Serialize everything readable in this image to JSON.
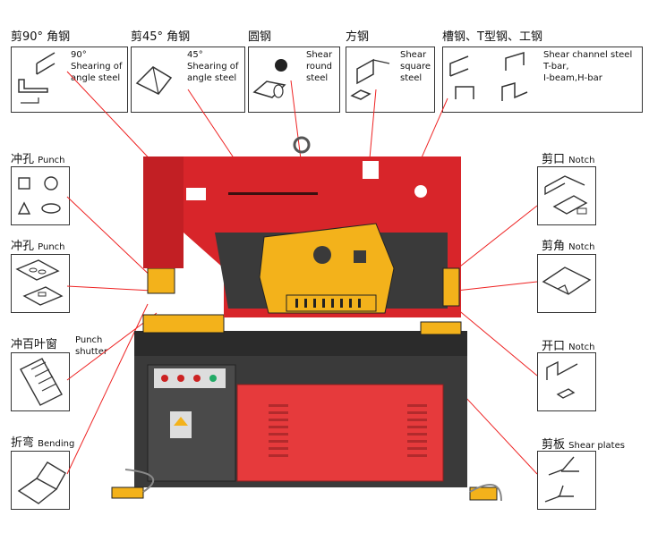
{
  "top": [
    {
      "cn": "剪90° 角钢",
      "en": "",
      "note": [
        "90°",
        "Shearing of",
        "angle steel"
      ],
      "icon": "angle-steel-90-icon"
    },
    {
      "cn": "剪45° 角钢",
      "en": "",
      "note": [
        "45°",
        "Shearing of",
        "angle steel"
      ],
      "icon": "angle-steel-45-icon"
    },
    {
      "cn": "圆钢",
      "en": "",
      "note": [
        "Shear",
        "round",
        "steel"
      ],
      "icon": "round-steel-icon"
    },
    {
      "cn": "方钢",
      "en": "",
      "note": [
        "Shear",
        "square",
        "steel"
      ],
      "icon": "square-steel-icon"
    },
    {
      "cn": "槽钢、T型钢、工钢",
      "en": "",
      "note": [
        "Shear channel steel",
        "T-bar,",
        "I-beam,H-bar"
      ],
      "icon": "channel-steel-icon"
    }
  ],
  "left": [
    {
      "cn": "冲孔",
      "en": "Punch",
      "icon": "punch-shapes-icon"
    },
    {
      "cn": "冲孔",
      "en": "Punch",
      "icon": "punch-sheet-icon"
    },
    {
      "cn": "冲百叶窗",
      "en": "Punch\nshutter",
      "icon": "shutter-icon"
    },
    {
      "cn": "折弯",
      "en": "Bending",
      "icon": "bending-icon"
    }
  ],
  "right": [
    {
      "cn": "剪口",
      "en": "Notch",
      "icon": "notch-icon"
    },
    {
      "cn": "剪角",
      "en": "Notch",
      "icon": "corner-notch-icon"
    },
    {
      "cn": "开口",
      "en": "Notch",
      "icon": "open-notch-icon"
    },
    {
      "cn": "剪板",
      "en": "Shear plates",
      "icon": "shear-plate-icon"
    }
  ],
  "colors": {
    "red": "#d8252a",
    "yellow": "#f3b21b",
    "dark": "#2b2b2b",
    "panel": "#e63a3c"
  }
}
